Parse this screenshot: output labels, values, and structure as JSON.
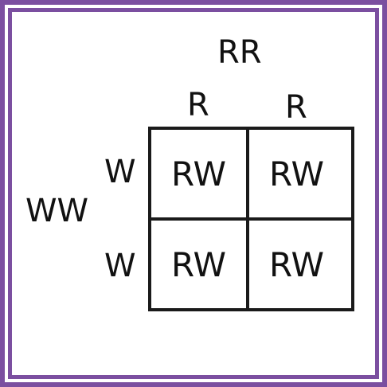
{
  "colors": {
    "frame": "#7b4fa0",
    "ink": "#111111"
  },
  "top_parent": {
    "genotype": "RR",
    "alleles": [
      "R",
      "R"
    ]
  },
  "side_parent": {
    "genotype": "WW",
    "alleles": [
      "W",
      "W"
    ]
  },
  "cells": [
    [
      "RW",
      "RW"
    ],
    [
      "RW",
      "RW"
    ]
  ]
}
